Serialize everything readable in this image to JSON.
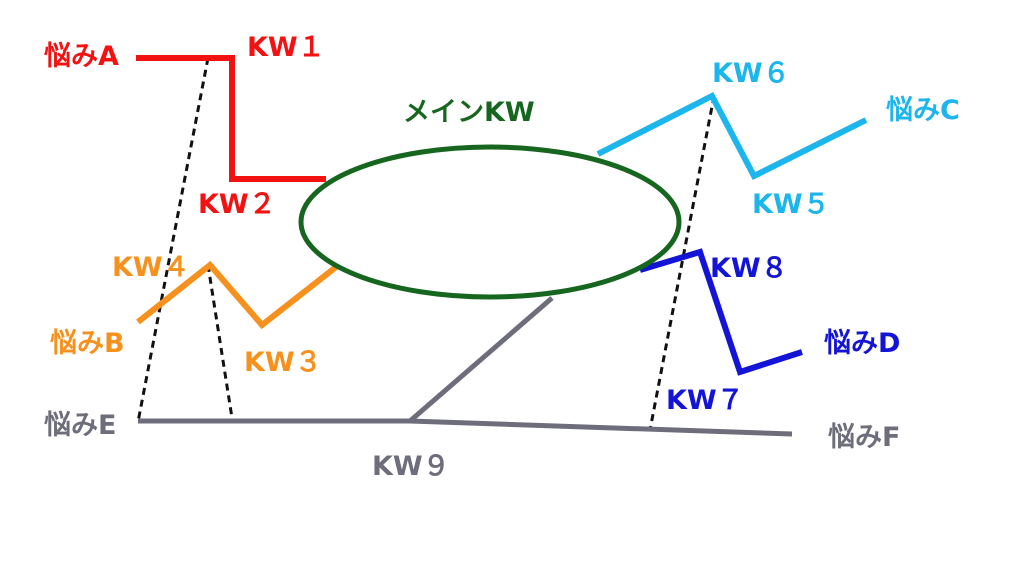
{
  "main": {
    "label": "メインKW",
    "color": "#17661f"
  },
  "worries": {
    "a": {
      "label": "悩みA",
      "color": "#f21212"
    },
    "b": {
      "label": "悩みB",
      "color": "#f7911e"
    },
    "c": {
      "label": "悩みC",
      "color": "#1cb5ec"
    },
    "d": {
      "label": "悩みD",
      "color": "#1414d6"
    },
    "e": {
      "label": "悩みE",
      "color": "#6e6d7c"
    },
    "f": {
      "label": "悩みF",
      "color": "#6e6d7c"
    }
  },
  "keywords": {
    "kw1": "KW１",
    "kw2": "KW２",
    "kw3": "KW３",
    "kw4": "KW４",
    "kw5": "KW５",
    "kw6": "KW６",
    "kw7": "KW７",
    "kw8": "KW８",
    "kw9": "KW９"
  }
}
